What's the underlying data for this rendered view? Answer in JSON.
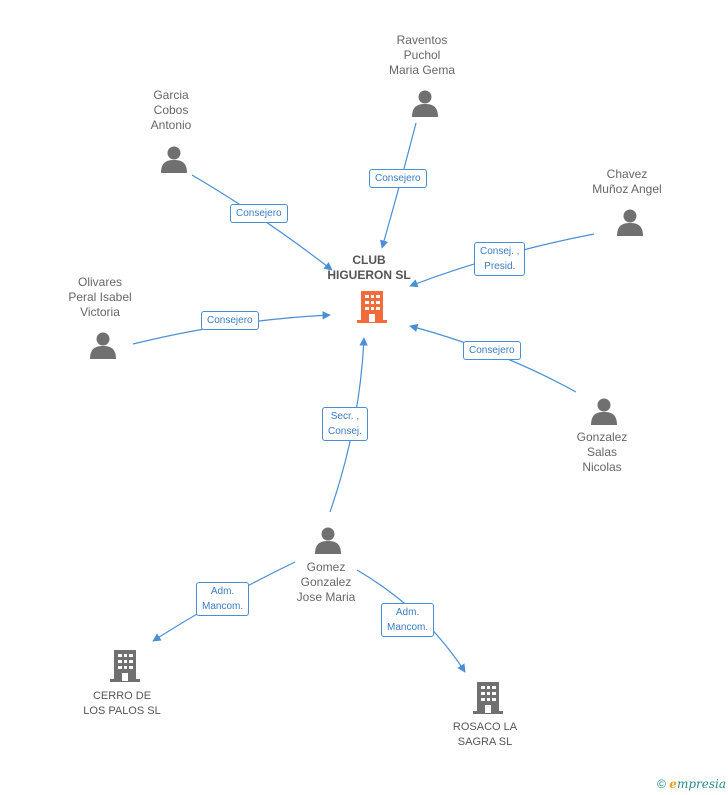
{
  "main_company": {
    "lines": [
      "CLUB",
      "HIGUERON SL"
    ]
  },
  "persons": [
    {
      "id": "raventos",
      "lines": [
        "Raventos",
        "Puchol",
        "Maria Gema"
      ]
    },
    {
      "id": "garcia",
      "lines": [
        "Garcia",
        "Cobos",
        "Antonio"
      ]
    },
    {
      "id": "chavez",
      "lines": [
        "Chavez",
        "Muñoz Angel"
      ]
    },
    {
      "id": "olivares",
      "lines": [
        "Olivares",
        "Peral Isabel",
        "Victoria"
      ]
    },
    {
      "id": "gonzalez",
      "lines": [
        "Gonzalez",
        "Salas",
        "Nicolas"
      ]
    },
    {
      "id": "gomez",
      "lines": [
        "Gomez",
        "Gonzalez",
        "Jose Maria"
      ]
    }
  ],
  "companies": [
    {
      "id": "cerro",
      "lines": [
        "CERRO DE",
        "LOS PALOS SL"
      ]
    },
    {
      "id": "rosaco",
      "lines": [
        "ROSACO LA",
        "SAGRA SL"
      ]
    }
  ],
  "edges": [
    {
      "id": "raventos",
      "lines": [
        "Consejero"
      ]
    },
    {
      "id": "garcia",
      "lines": [
        "Consejero"
      ]
    },
    {
      "id": "chavez",
      "lines": [
        "Consej. ,",
        "Presid."
      ]
    },
    {
      "id": "olivares",
      "lines": [
        "Consejero"
      ]
    },
    {
      "id": "gonzalez",
      "lines": [
        "Consejero"
      ]
    },
    {
      "id": "gomez",
      "lines": [
        "Secr. ,",
        "Consej."
      ]
    },
    {
      "id": "cerro",
      "lines": [
        "Adm.",
        "Mancom."
      ]
    },
    {
      "id": "rosaco",
      "lines": [
        "Adm.",
        "Mancom."
      ]
    }
  ],
  "footer": {
    "copyright": "©",
    "brand_initial": "e",
    "brand_rest": "mpresia"
  },
  "colors": {
    "edge": "#4a8fd4",
    "person": "#707070",
    "company": "#707070",
    "main_company": "#f26b3a"
  }
}
